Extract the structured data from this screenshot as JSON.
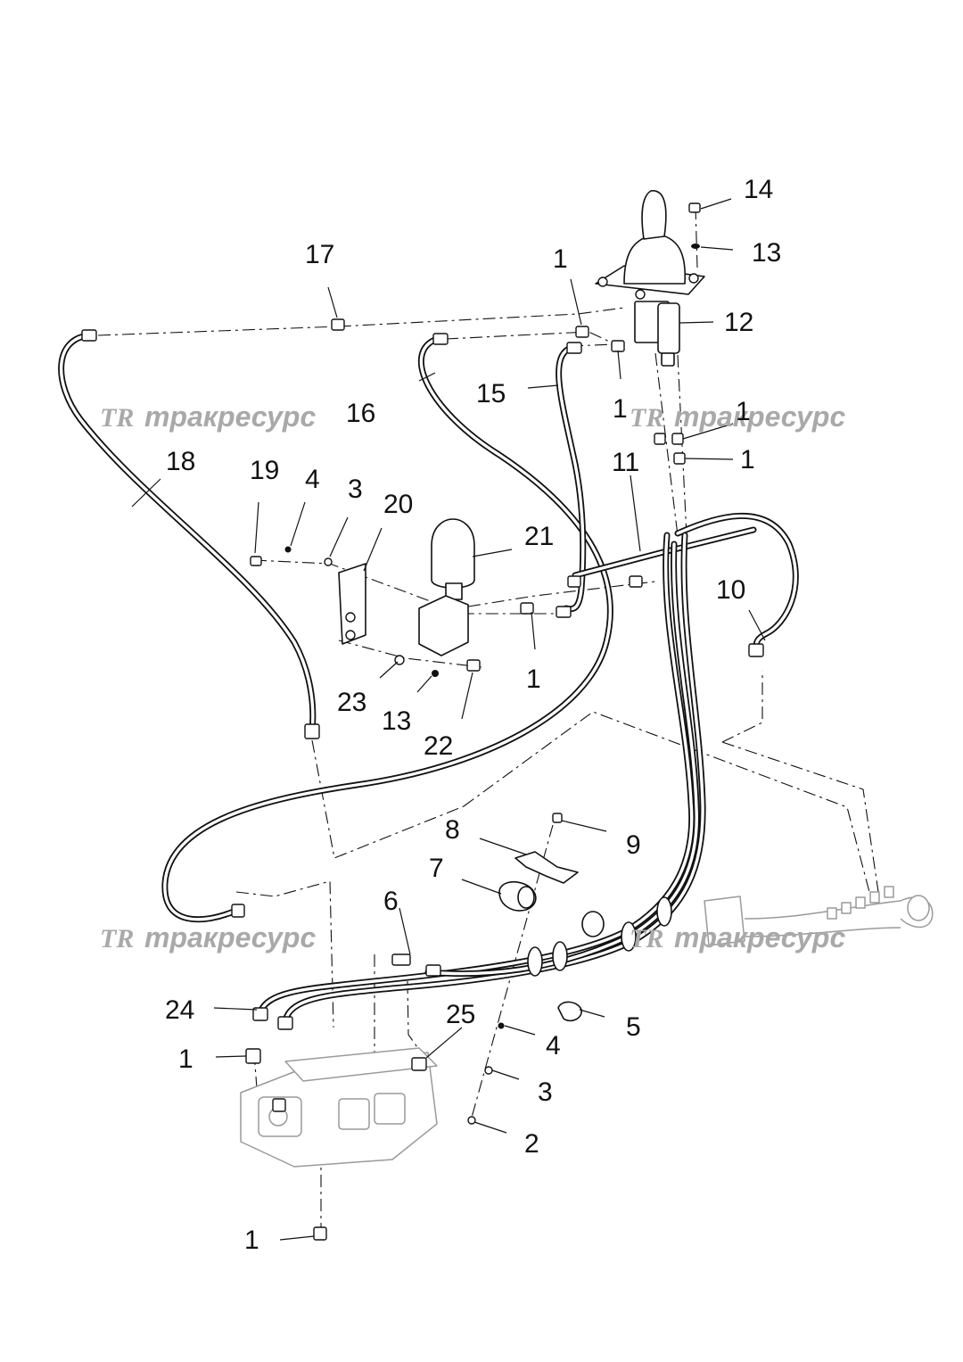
{
  "watermark": {
    "logo": "TR",
    "text": "тракресурс"
  },
  "callouts": [
    {
      "id": "c-14",
      "label": "14"
    },
    {
      "id": "c-13a",
      "label": "13"
    },
    {
      "id": "c-17",
      "label": "17"
    },
    {
      "id": "c-1a",
      "label": "1"
    },
    {
      "id": "c-12",
      "label": "12"
    },
    {
      "id": "c-16",
      "label": "16"
    },
    {
      "id": "c-15",
      "label": "15"
    },
    {
      "id": "c-1b",
      "label": "1"
    },
    {
      "id": "c-1c",
      "label": "1"
    },
    {
      "id": "c-1d",
      "label": "1"
    },
    {
      "id": "c-18",
      "label": "18"
    },
    {
      "id": "c-11",
      "label": "11"
    },
    {
      "id": "c-19",
      "label": "19"
    },
    {
      "id": "c-4a",
      "label": "4"
    },
    {
      "id": "c-3a",
      "label": "3"
    },
    {
      "id": "c-20",
      "label": "20"
    },
    {
      "id": "c-21",
      "label": "21"
    },
    {
      "id": "c-10",
      "label": "10"
    },
    {
      "id": "c-1e",
      "label": "1"
    },
    {
      "id": "c-23",
      "label": "23"
    },
    {
      "id": "c-13b",
      "label": "13"
    },
    {
      "id": "c-22",
      "label": "22"
    },
    {
      "id": "c-8",
      "label": "8"
    },
    {
      "id": "c-9",
      "label": "9"
    },
    {
      "id": "c-7",
      "label": "7"
    },
    {
      "id": "c-6",
      "label": "6"
    },
    {
      "id": "c-24",
      "label": "24"
    },
    {
      "id": "c-25",
      "label": "25"
    },
    {
      "id": "c-5",
      "label": "5"
    },
    {
      "id": "c-1f",
      "label": "1"
    },
    {
      "id": "c-4b",
      "label": "4"
    },
    {
      "id": "c-3b",
      "label": "3"
    },
    {
      "id": "c-2",
      "label": "2"
    },
    {
      "id": "c-1g",
      "label": "1"
    }
  ]
}
